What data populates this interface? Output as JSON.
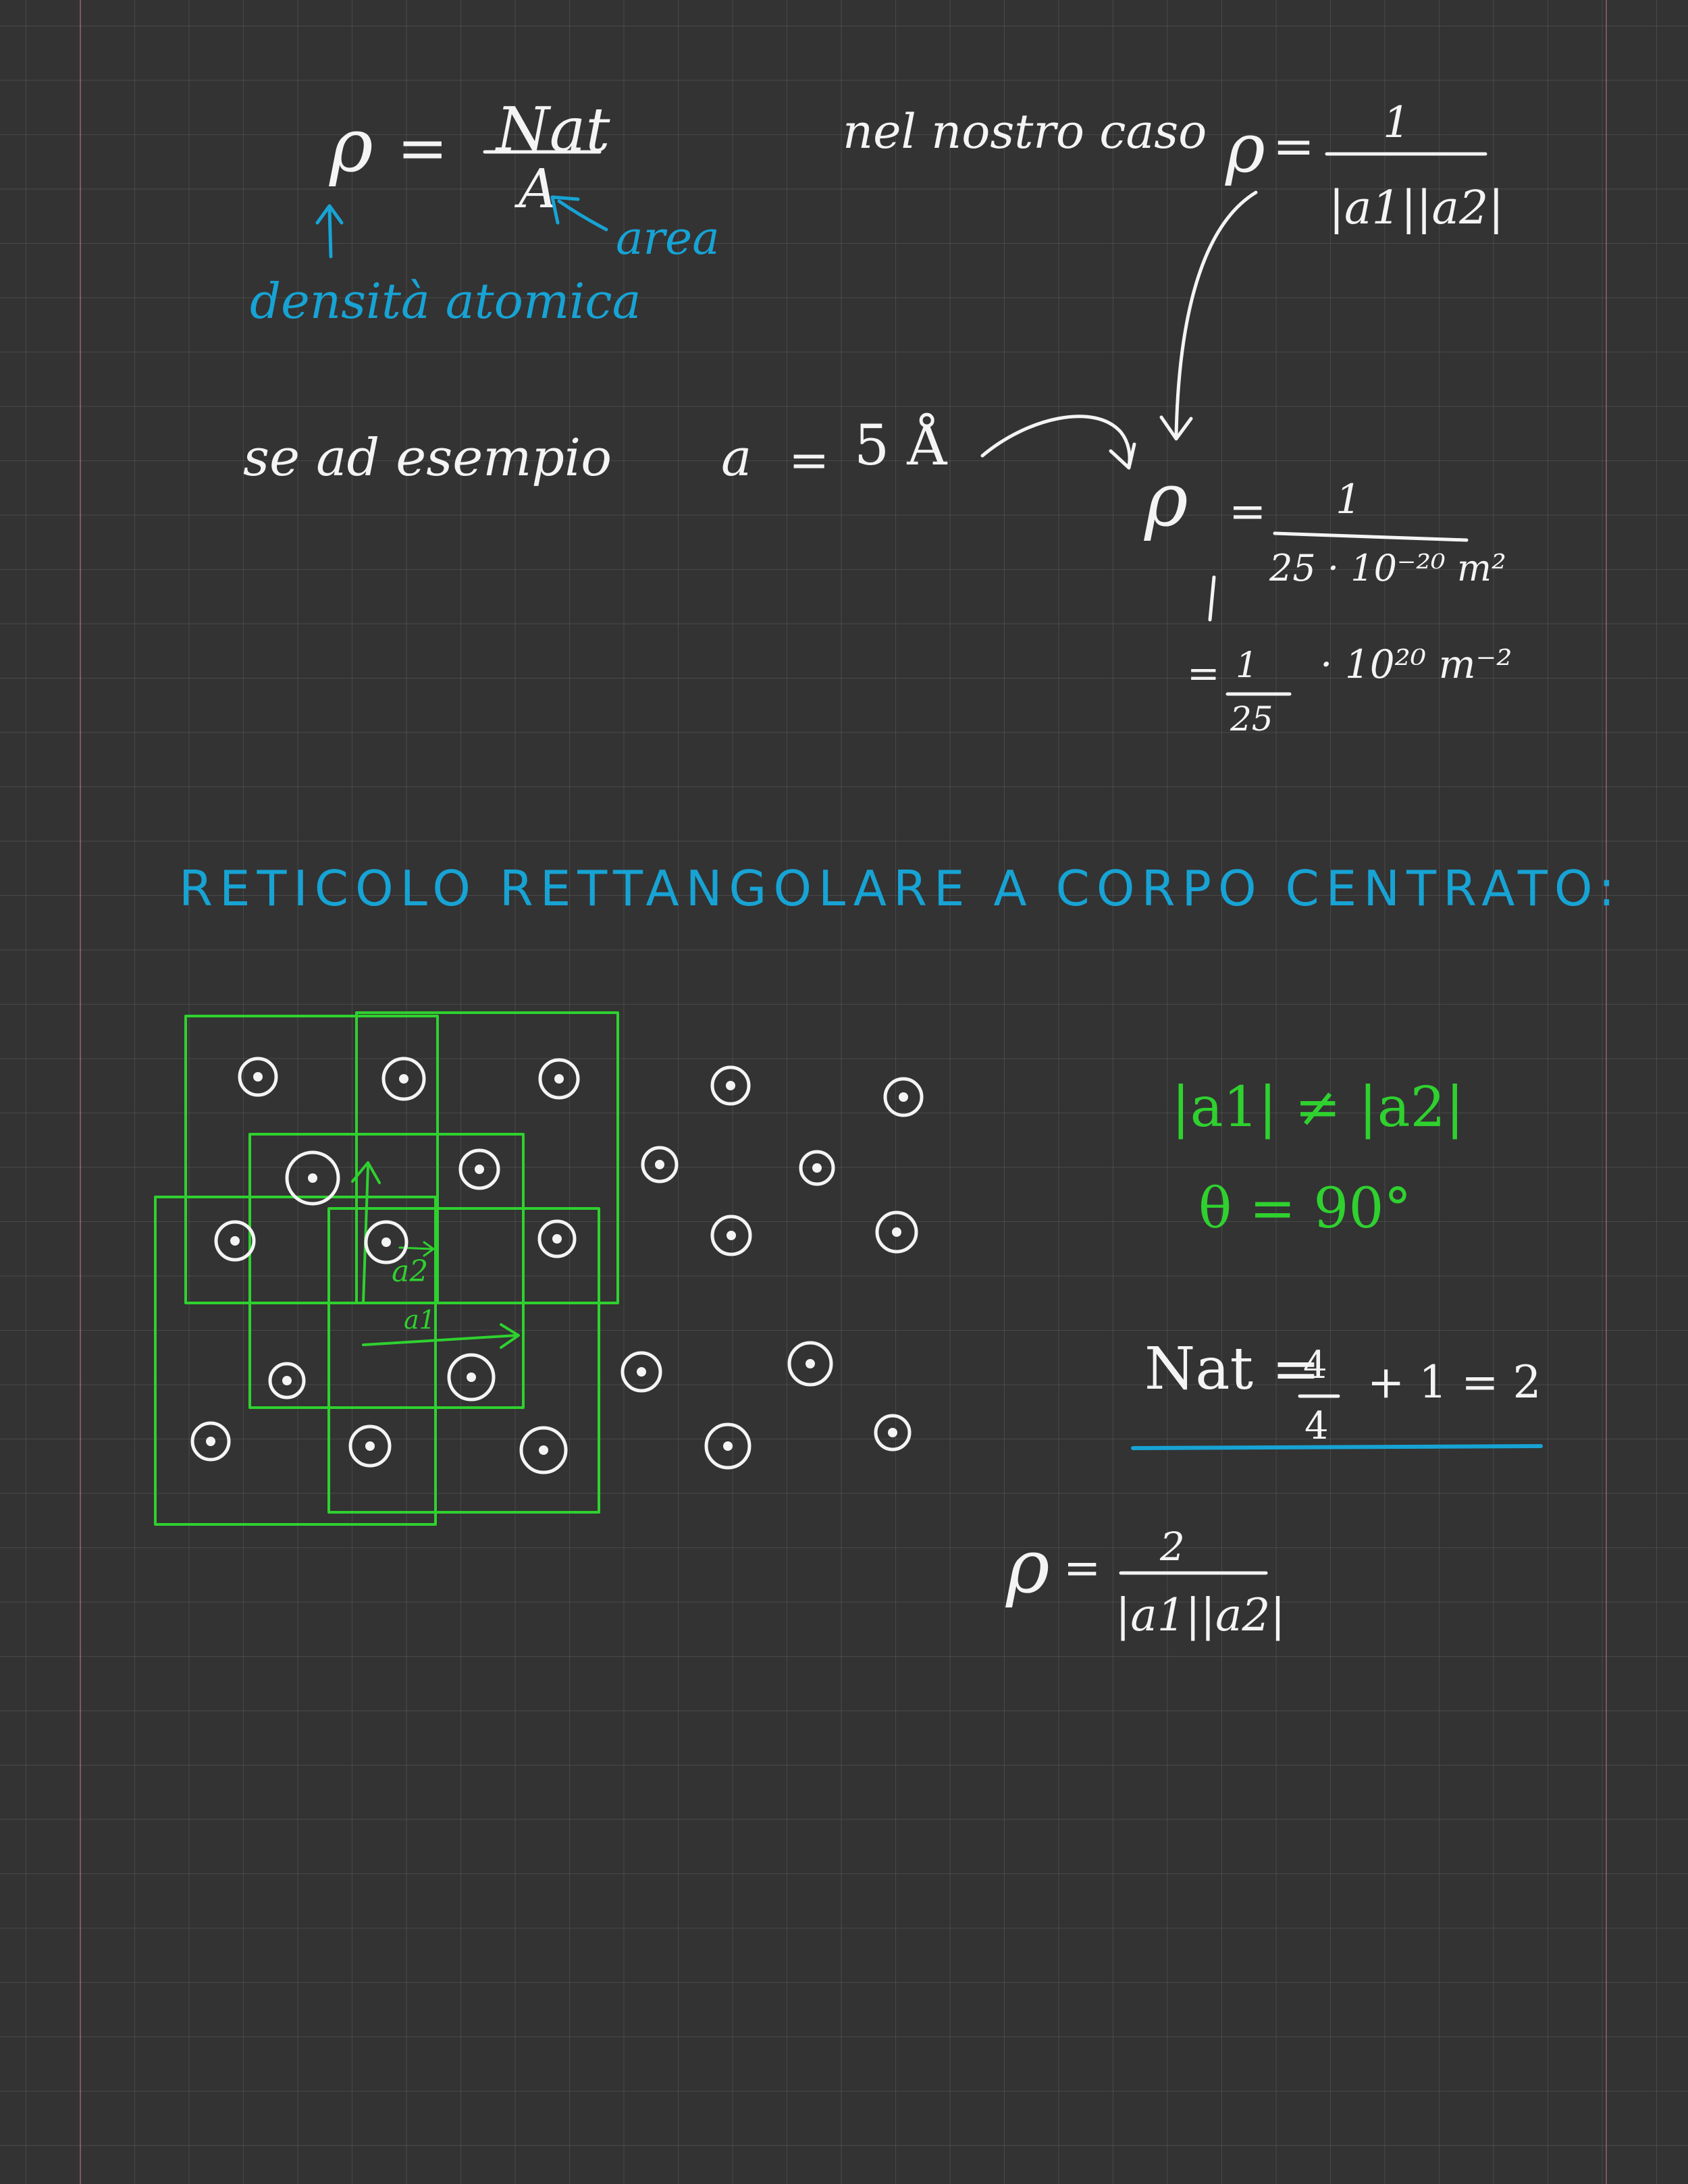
{
  "notes": {
    "density_def": {
      "rho": "ρ",
      "eq": "=",
      "numerator": "Nat",
      "denominator": "A"
    },
    "annotation_area": "area",
    "annotation_density": "densità atomica",
    "our_case": {
      "label": "nel nostro caso",
      "rho": "ρ",
      "eq": "=",
      "numerator": "1",
      "denominator": "|a1||a2|"
    },
    "example": {
      "label": "se ad esempio",
      "a": "a",
      "eq": "=",
      "value": "5 Å"
    },
    "calc1": {
      "rho": "ρ",
      "eq": "=",
      "numerator": "1",
      "denominator": "25 · 10⁻²⁰ m²"
    },
    "calc2": {
      "eq": "=",
      "numerator": "1",
      "denominator": "25",
      "factor": "· 10²⁰ m⁻²"
    }
  },
  "section": {
    "title": "RETICOLO RETTANGOLARE A CORPO CENTRATO:",
    "vector_label_a1": "a1",
    "vector_label_a2": "a2",
    "condition": "|a1| ≠ |a2|",
    "angle": "θ = 90°",
    "nat_label": "Nat =",
    "nat_frac_num": "4",
    "nat_frac_den": "4",
    "nat_rest": "+ 1 = 2",
    "density": {
      "rho": "ρ",
      "eq": "=",
      "numerator": "2",
      "denominator": "|a1||a2|"
    }
  },
  "colors": {
    "background": "#333333",
    "ink_white": "#f4f4f4",
    "ink_cyan": "#17a3d4",
    "ink_green": "#2fd12f",
    "margin": "#b5727f"
  }
}
